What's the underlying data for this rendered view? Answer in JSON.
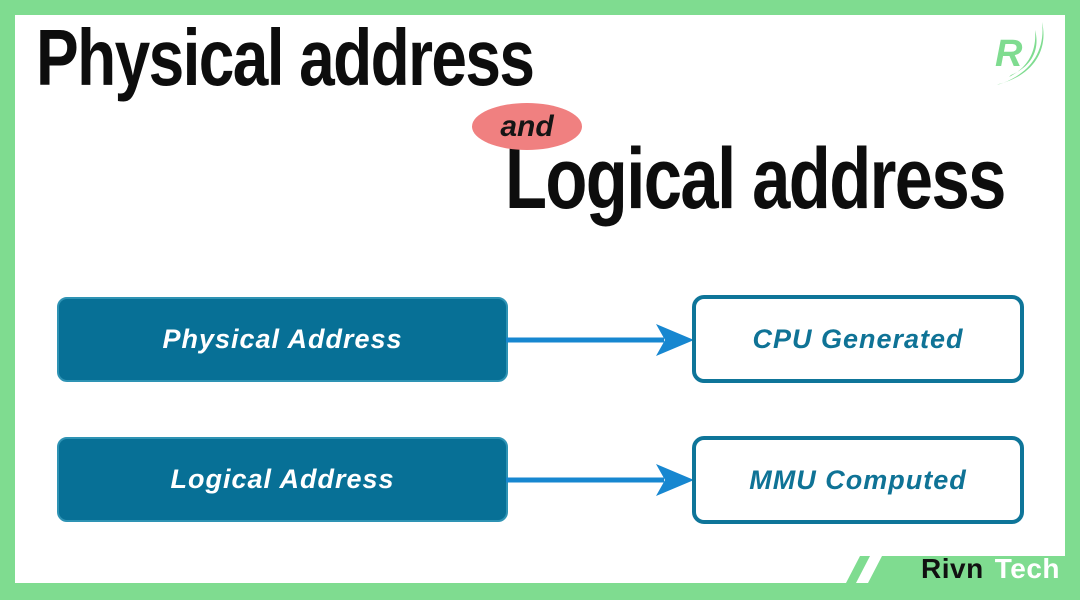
{
  "frame": {
    "bg": "#ffffff",
    "border_color": "#7fdc90"
  },
  "header": {
    "title_line1": "Physical address",
    "connector_label": "and",
    "connector_bg": "#f08080",
    "title_line2": "Logical address",
    "title_color": "#0d0d0d"
  },
  "logo": {
    "letter": "R",
    "color": "#7fdc90"
  },
  "diagram": {
    "rows": [
      {
        "source": "Physical Address",
        "target": "CPU Generated"
      },
      {
        "source": "Logical Address",
        "target": "MMU Computed"
      }
    ],
    "source_box_fill": "#077096",
    "source_text_color": "#ffffff",
    "target_border_color": "#0e7599",
    "target_text_color": "#0f7396",
    "arrow_color": "#1787d0"
  },
  "footer": {
    "brand_primary": "Rivn",
    "brand_secondary": "Tech",
    "banner_color": "#7fdc90"
  }
}
